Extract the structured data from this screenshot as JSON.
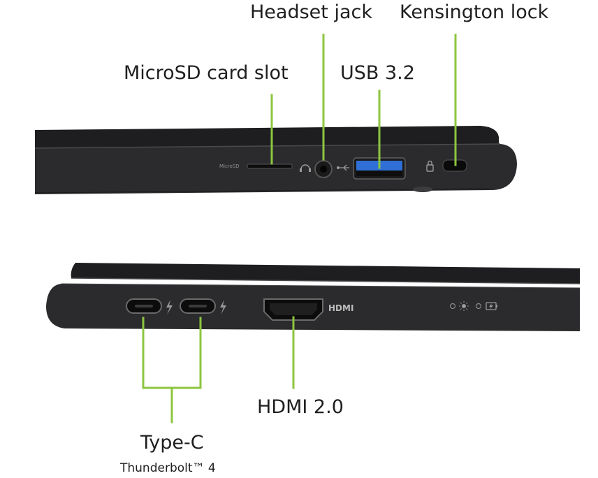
{
  "labels": {
    "headset_jack": "Headset jack",
    "kensington_lock": "Kensington lock",
    "microsd_card_slot": "MicroSD card slot",
    "usb_32": "USB 3.2",
    "hdmi_20": "HDMI 2.0",
    "type_c": "Type-C",
    "thunderbolt_4": "Thunderbolt™ 4"
  },
  "port_markings": {
    "microsd": "MicroSD",
    "hdmi": "HDMI"
  },
  "colors": {
    "leader_line": "#8cc63f",
    "laptop_body": "#2b2b2d",
    "laptop_edge": "#3a3a3c",
    "usb_blue": "#2f6fd6"
  },
  "icons": [
    "headset-icon",
    "usb-icon",
    "lock-icon",
    "thunderbolt-icon",
    "led-indicator-icon",
    "power-light-icon",
    "battery-icon"
  ]
}
